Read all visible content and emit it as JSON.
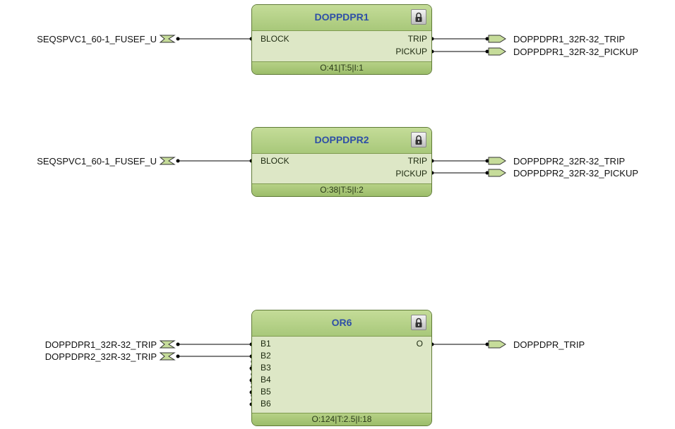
{
  "blocks": [
    {
      "title": "DOPPDPR1",
      "footer": "O:41|T:5|I:1",
      "inputs": [
        "BLOCK"
      ],
      "outputs": [
        "TRIP",
        "PICKUP"
      ],
      "in_signals": [
        "SEQSPVC1_60-1_FUSEF_U"
      ],
      "out_signals": [
        "DOPPDPR1_32R-32_TRIP",
        "DOPPDPR1_32R-32_PICKUP"
      ]
    },
    {
      "title": "DOPPDPR2",
      "footer": "O:38|T:5|I:2",
      "inputs": [
        "BLOCK"
      ],
      "outputs": [
        "TRIP",
        "PICKUP"
      ],
      "in_signals": [
        "SEQSPVC1_60-1_FUSEF_U"
      ],
      "out_signals": [
        "DOPPDPR2_32R-32_TRIP",
        "DOPPDPR2_32R-32_PICKUP"
      ]
    },
    {
      "title": "OR6",
      "footer": "O:124|T:2.5|I:18",
      "inputs": [
        "B1",
        "B2",
        "B3",
        "B4",
        "B5",
        "B6"
      ],
      "outputs": [
        "O"
      ],
      "in_signals": [
        "DOPPDPR1_32R-32_TRIP",
        "DOPPDPR2_32R-32_TRIP"
      ],
      "out_signals": [
        "DOPPDPR_TRIP"
      ]
    }
  ],
  "icons": {
    "lock": "lock-icon",
    "input_connector": "input-connector-icon",
    "output_connector": "output-connector-icon"
  },
  "colors": {
    "block_body": "#dde7c6",
    "block_header": "#b6d186",
    "title_text": "#2e4fa6",
    "wire": "#000000"
  }
}
